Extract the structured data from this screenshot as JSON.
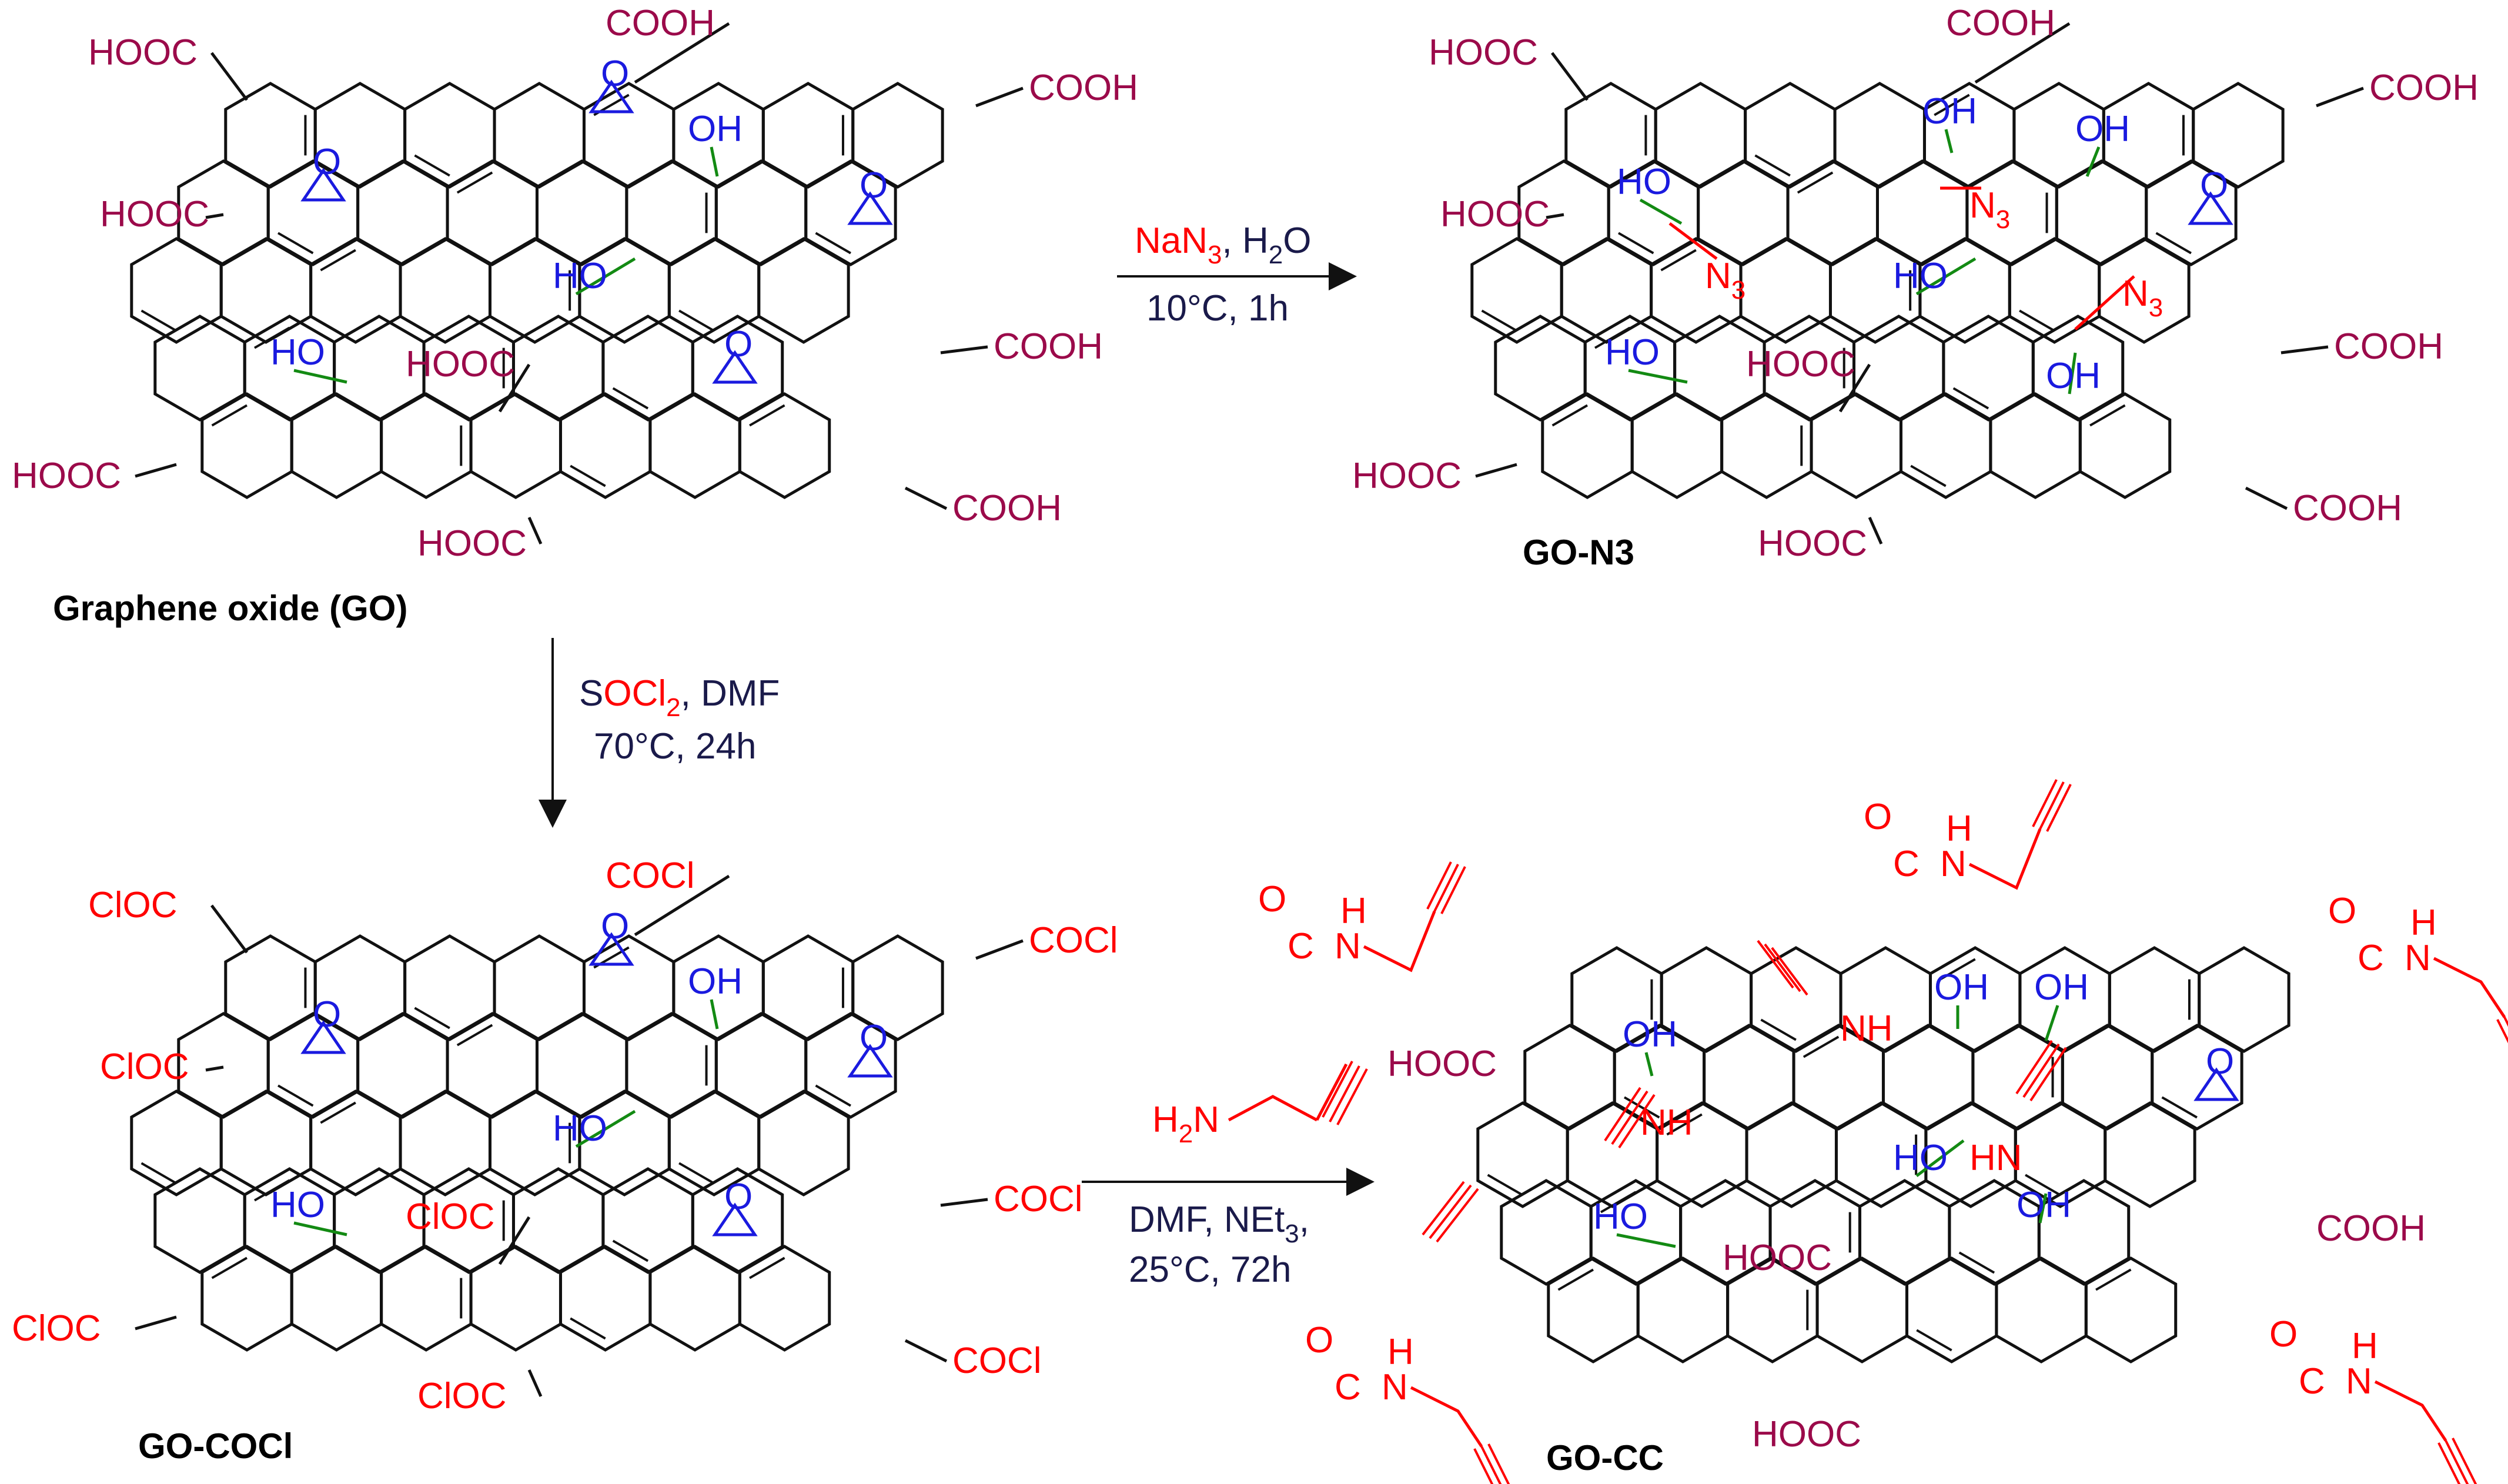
{
  "colors": {
    "cooh": "#9b0a4a",
    "red": "#ff0000",
    "blue": "#1a1adf",
    "green": "#138a13",
    "text": "#1a1a4a",
    "bond": "#111111"
  },
  "labels": {
    "cooh": "COOH",
    "hooc": "HOOC",
    "coci": "COCl",
    "cioc": "ClOC",
    "oh": "OH",
    "ho": "HO",
    "o": "O",
    "n3": "N",
    "n3_sub": "3",
    "nh": "NH",
    "hn": "HN",
    "h": "H",
    "n": "N",
    "c": "C",
    "o_carbonyl": "O"
  },
  "products": {
    "go": "Graphene oxide (GO)",
    "go_n3": "GO-N3",
    "go_cocl": "GO-COCl",
    "go_cc": "GO-CC"
  },
  "reactions": {
    "r1": {
      "reagent_a": "NaN",
      "reagent_a_sub": "3",
      "reagent_b": ", H",
      "reagent_b_sub": "2",
      "reagent_b_tail": "O",
      "condition": "10°C, 1h"
    },
    "r2": {
      "reagent_s": "S",
      "reagent_ocl": "OCl",
      "reagent_sub": "2",
      "reagent_tail": ", DMF",
      "condition": "70°C, 24h"
    },
    "r3": {
      "amine_h": "H",
      "amine_sub": "2",
      "amine_n": "N",
      "line1_a": "DMF, NEt",
      "line1_sub": "3",
      "line1_tail": ",",
      "condition": "25°C, 72h"
    }
  }
}
